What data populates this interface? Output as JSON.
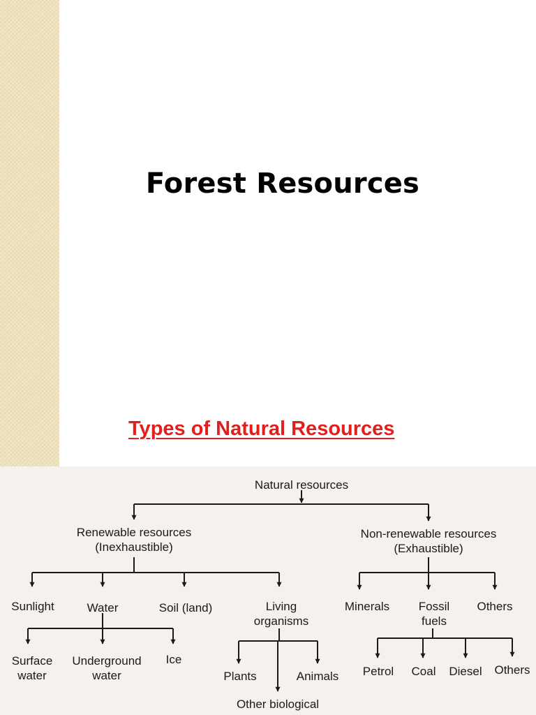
{
  "slide": {
    "title": "Forest Resources",
    "diagram_title": "Types of Natural Resources",
    "colors": {
      "title": "#000000",
      "diagram_title": "#e0201e",
      "side_strip": "#efe3bd",
      "scan_background": "#f4f1ef",
      "lines": "#1a1a1a"
    }
  },
  "tree": {
    "root": "Natural resources",
    "renewable": {
      "line1": "Renewable resources",
      "line2": "(Inexhaustible)",
      "sunlight": "Sunlight",
      "water": "Water",
      "soil": "Soil (land)",
      "living_line1": "Living",
      "living_line2": "organisms",
      "surface_line1": "Surface",
      "surface_line2": "water",
      "underground_line1": "Underground",
      "underground_line2": "water",
      "ice": "Ice",
      "plants": "Plants",
      "animals": "Animals",
      "other_bio": "Other biological"
    },
    "nonrenewable": {
      "line1": "Non-renewable resources",
      "line2": "(Exhaustible)",
      "minerals": "Minerals",
      "fossil_line1": "Fossil",
      "fossil_line2": "fuels",
      "others": "Others",
      "petrol": "Petrol",
      "coal": "Coal",
      "diesel": "Diesel",
      "others2": "Others"
    }
  }
}
